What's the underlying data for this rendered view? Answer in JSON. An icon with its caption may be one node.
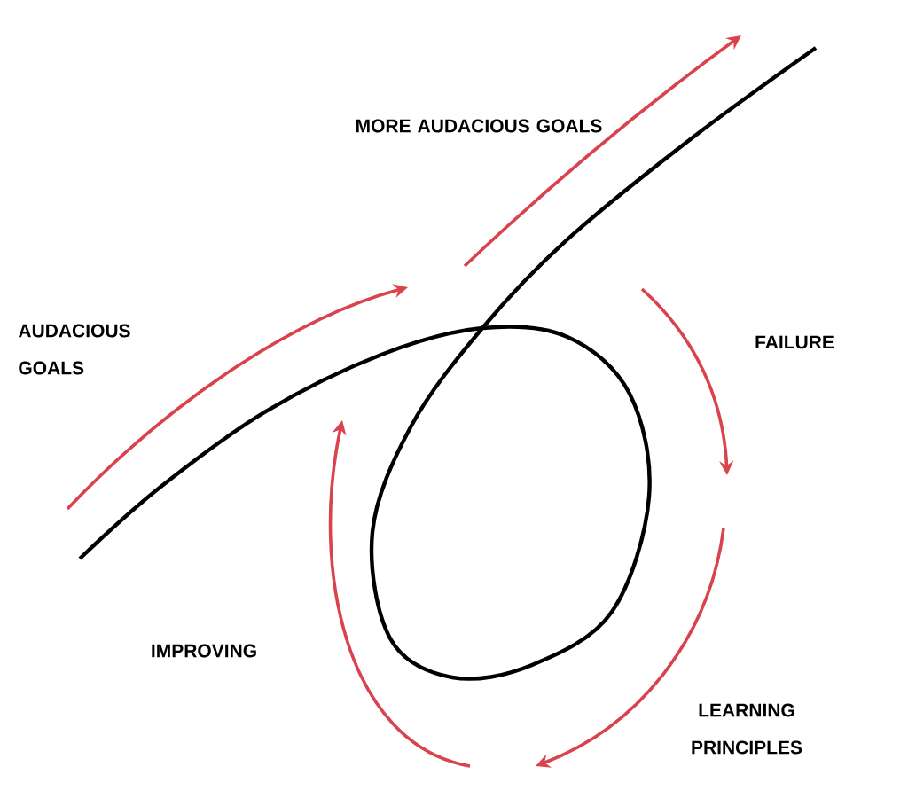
{
  "diagram": {
    "labels": [
      "MORE AUDACIOUS GOALS",
      "AUDACIOUS GOALS",
      "FAILURE",
      "IMPROVING",
      "LEARNING PRINCIPLES"
    ]
  }
}
